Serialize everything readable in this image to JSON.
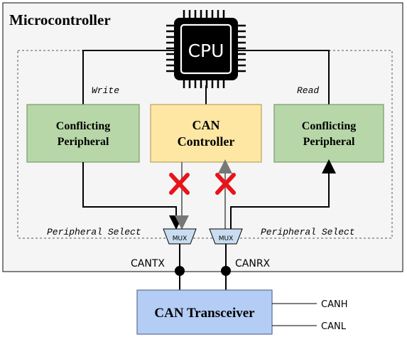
{
  "diagram": {
    "title": "Microcontroller",
    "cpu": {
      "label": "CPU"
    },
    "blocks": {
      "left_peripheral": {
        "line1": "Conflicting",
        "line2": "Peripheral"
      },
      "can_controller": {
        "line1": "CAN",
        "line2": "Controller"
      },
      "right_peripheral": {
        "line1": "Conflicting",
        "line2": "Peripheral"
      }
    },
    "bus_labels": {
      "write": "Write",
      "read": "Read"
    },
    "mux": {
      "left": "MUX",
      "right": "MUX"
    },
    "select_labels": {
      "left": "Peripheral Select",
      "right": "Peripheral Select"
    },
    "pins": {
      "tx": "CANTX",
      "rx": "CANRX"
    },
    "transceiver": {
      "label": "CAN Transceiver"
    },
    "bus_lines": {
      "high": "CANH",
      "low": "CANL"
    },
    "colors": {
      "peripheral_fill": "#b7d7a8",
      "peripheral_stroke": "#7a9a6a",
      "controller_fill": "#fde7a3",
      "controller_stroke": "#b8a266",
      "transceiver_fill": "#b4cdf5",
      "transceiver_stroke": "#5b6f94",
      "mux_fill": "#c8ddf0",
      "blocked_mark": "#e8141b",
      "frame_fill": "#f5f5f5"
    }
  }
}
